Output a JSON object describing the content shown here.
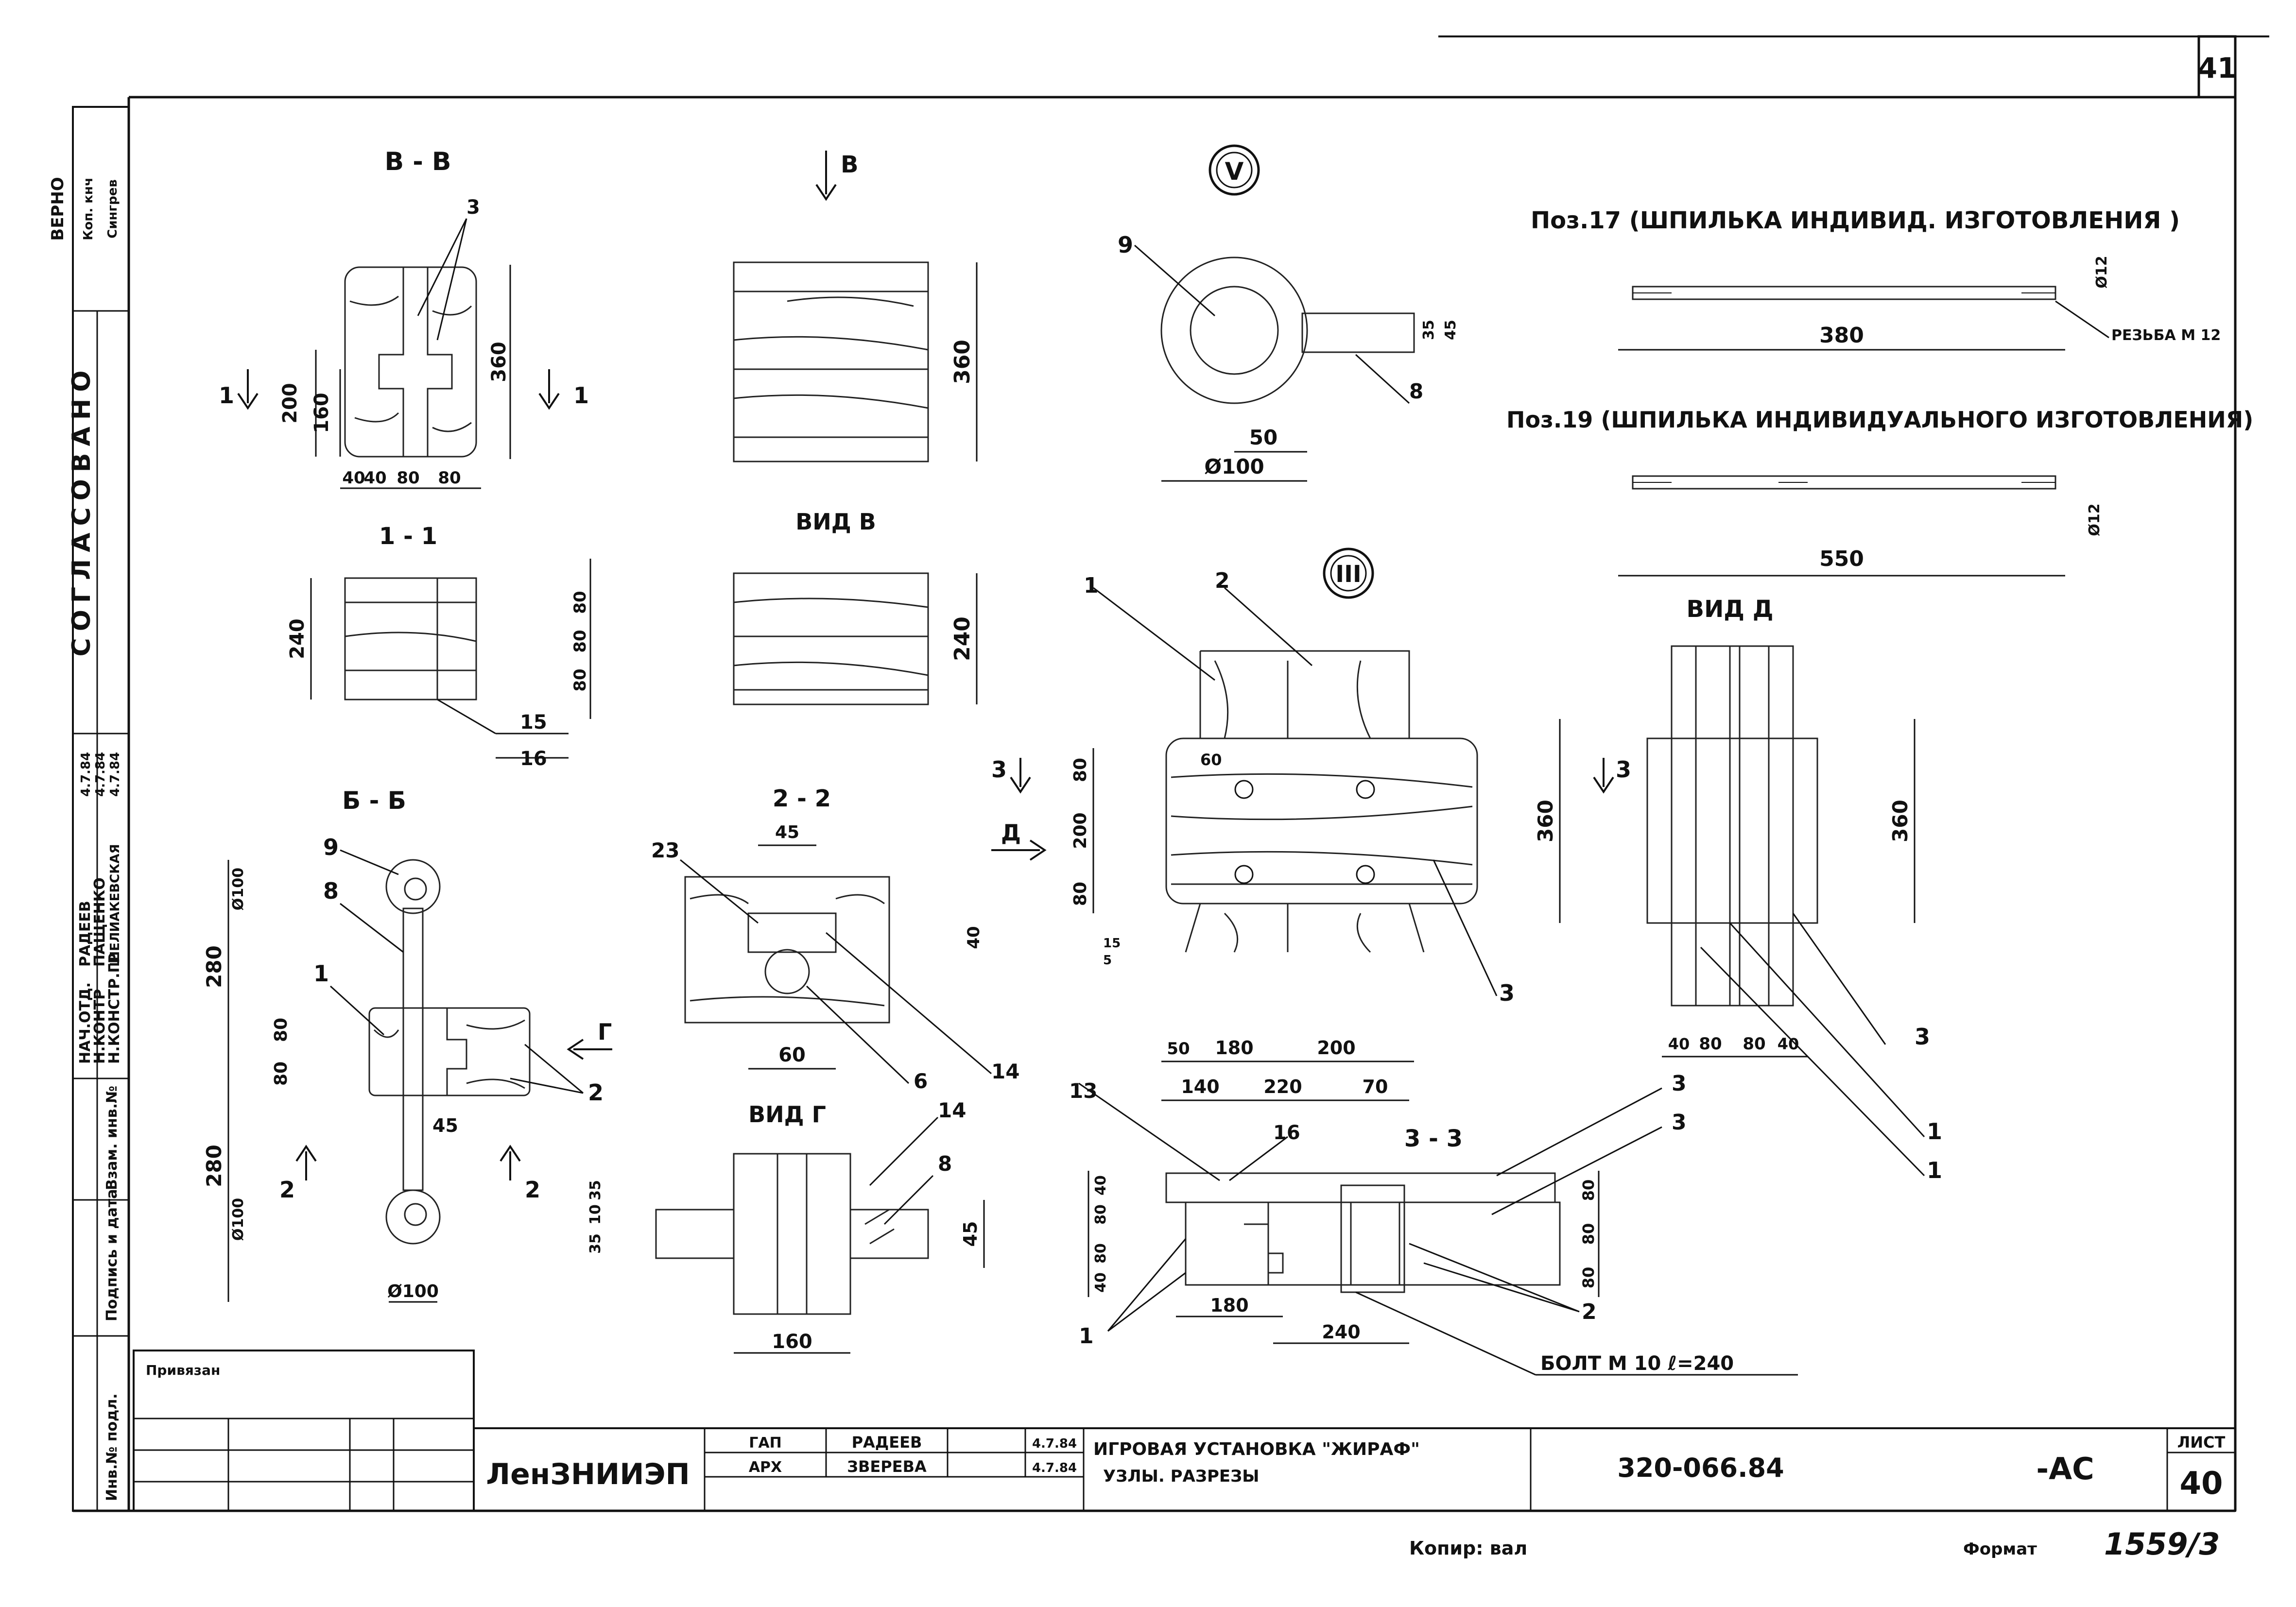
{
  "sheet": {
    "page_number_top": "41",
    "bottom_left_label": "Копир: вал",
    "bottom_format_label": "Формат",
    "bottom_format_value": "1559/3"
  },
  "side_stamp": {
    "stamp_top": [
      "ВЕРНО",
      "Коп. кнч",
      "Сингрев"
    ],
    "soglasovano": "СОГЛАСОВАНО",
    "roles": [
      "НАЧ.ОТД.",
      "Н.КОНТР",
      "Н.КОНСТР.ГР"
    ],
    "names": [
      "РАДЕЕВ",
      "ПАЩЕНКО",
      "ШЕЛИАКЕВСКАЯ"
    ],
    "dates": [
      "4.7.84",
      "4.7.84",
      "4.7.84"
    ],
    "columns": [
      "Инв.№ подл.",
      "Подпись и дата",
      "Взам. инв.№"
    ]
  },
  "views": {
    "v_v": {
      "title": "В - В",
      "callout_3": "3",
      "dims": [
        "360",
        "200",
        "160"
      ],
      "bottom_dims": [
        "40",
        "40",
        "80",
        "80"
      ],
      "section_mark": "1"
    },
    "arrow_b": {
      "title": "В",
      "dim": "360"
    },
    "vid_b": {
      "title": "ВИД В",
      "dim": "240"
    },
    "node_v": {
      "title": "V",
      "callout_9": "9",
      "callout_8": "8",
      "dims": [
        "35",
        "45"
      ],
      "dim_50": "50",
      "dim_dia": "Ø100"
    },
    "sec_1_1": {
      "title": "1 - 1",
      "dim": "240",
      "right_dims": [
        "80",
        "80",
        "80"
      ],
      "callouts": [
        "15",
        "16"
      ]
    },
    "node_iii": {
      "title": "III",
      "callouts": [
        "1",
        "2",
        "3",
        "13"
      ],
      "left_dims": [
        "80",
        "200",
        "80"
      ],
      "mark_3": "3",
      "mark_d": "Д",
      "top_label": "60",
      "dim_360": "360",
      "bottom_dims_1": [
        "50",
        "180",
        "200"
      ],
      "bottom_dims_2": [
        "140",
        "220",
        "70"
      ],
      "small": [
        "15",
        "5"
      ]
    },
    "vid_d": {
      "title": "ВИД Д",
      "dim": "360",
      "bottom_dims": [
        "40",
        "80",
        "80",
        "40"
      ],
      "callouts": [
        "3",
        "1",
        "1"
      ]
    },
    "sec_b_b": {
      "title": "Б - Б",
      "callouts": [
        "9",
        "8",
        "1",
        "2"
      ],
      "dims": [
        "280",
        "80",
        "80",
        "280"
      ],
      "dia_top": "Ø100",
      "dia_bot": "Ø100",
      "dia_base": "Ø100",
      "dim_45": "45",
      "section_2": "2",
      "mark_g": "Г"
    },
    "sec_2_2": {
      "title": "2 - 2",
      "callouts": [
        "23",
        "6",
        "14"
      ],
      "dim_45": "45",
      "dim_40": "40",
      "dim_60": "60"
    },
    "vid_g": {
      "title": "ВИД Г",
      "callouts": [
        "14",
        "8"
      ],
      "dims_left": [
        "35",
        "10",
        "35"
      ],
      "dim_45": "45",
      "dim_160": "160"
    },
    "sec_3_3": {
      "title": "3 - 3",
      "callouts": [
        "13",
        "16",
        "3",
        "3",
        "1",
        "2"
      ],
      "left_dims": [
        "40",
        "80",
        "80",
        "40"
      ],
      "right_dims": [
        "80",
        "80",
        "80"
      ],
      "bottom_dims": [
        "180",
        "240"
      ],
      "bolt_note": "БОЛТ М 10 ℓ=240"
    }
  },
  "pos17": {
    "title": "Поз.17 (ШПИЛЬКА ИНДИВИД. ИЗГОТОВЛЕНИЯ )",
    "length": "380",
    "dia": "Ø12",
    "thread": "РЕЗЬБА М 12"
  },
  "pos19": {
    "title": "Поз.19 (ШПИЛЬКА ИНДИВИДУАЛЬНОГО ИЗГОТОВЛЕНИЯ)",
    "length": "550",
    "dia": "Ø12"
  },
  "title_block": {
    "privyazan": "Привязан",
    "org": "ЛенЗНИИЭП",
    "roles": [
      "ГАП",
      "АРХ"
    ],
    "names": [
      "РАДЕЕВ",
      "ЗВЕРЕВА"
    ],
    "dates": [
      "4.7.84",
      "4.7.84"
    ],
    "title_line1": "ИГРОВАЯ УСТАНОВКА \"ЖИРАФ\"",
    "title_line2": "УЗЛЫ. РАЗРЕЗЫ",
    "code": "320-066.84",
    "mark": "-АС",
    "sheet_label": "ЛИСТ",
    "sheet_number": "40"
  }
}
